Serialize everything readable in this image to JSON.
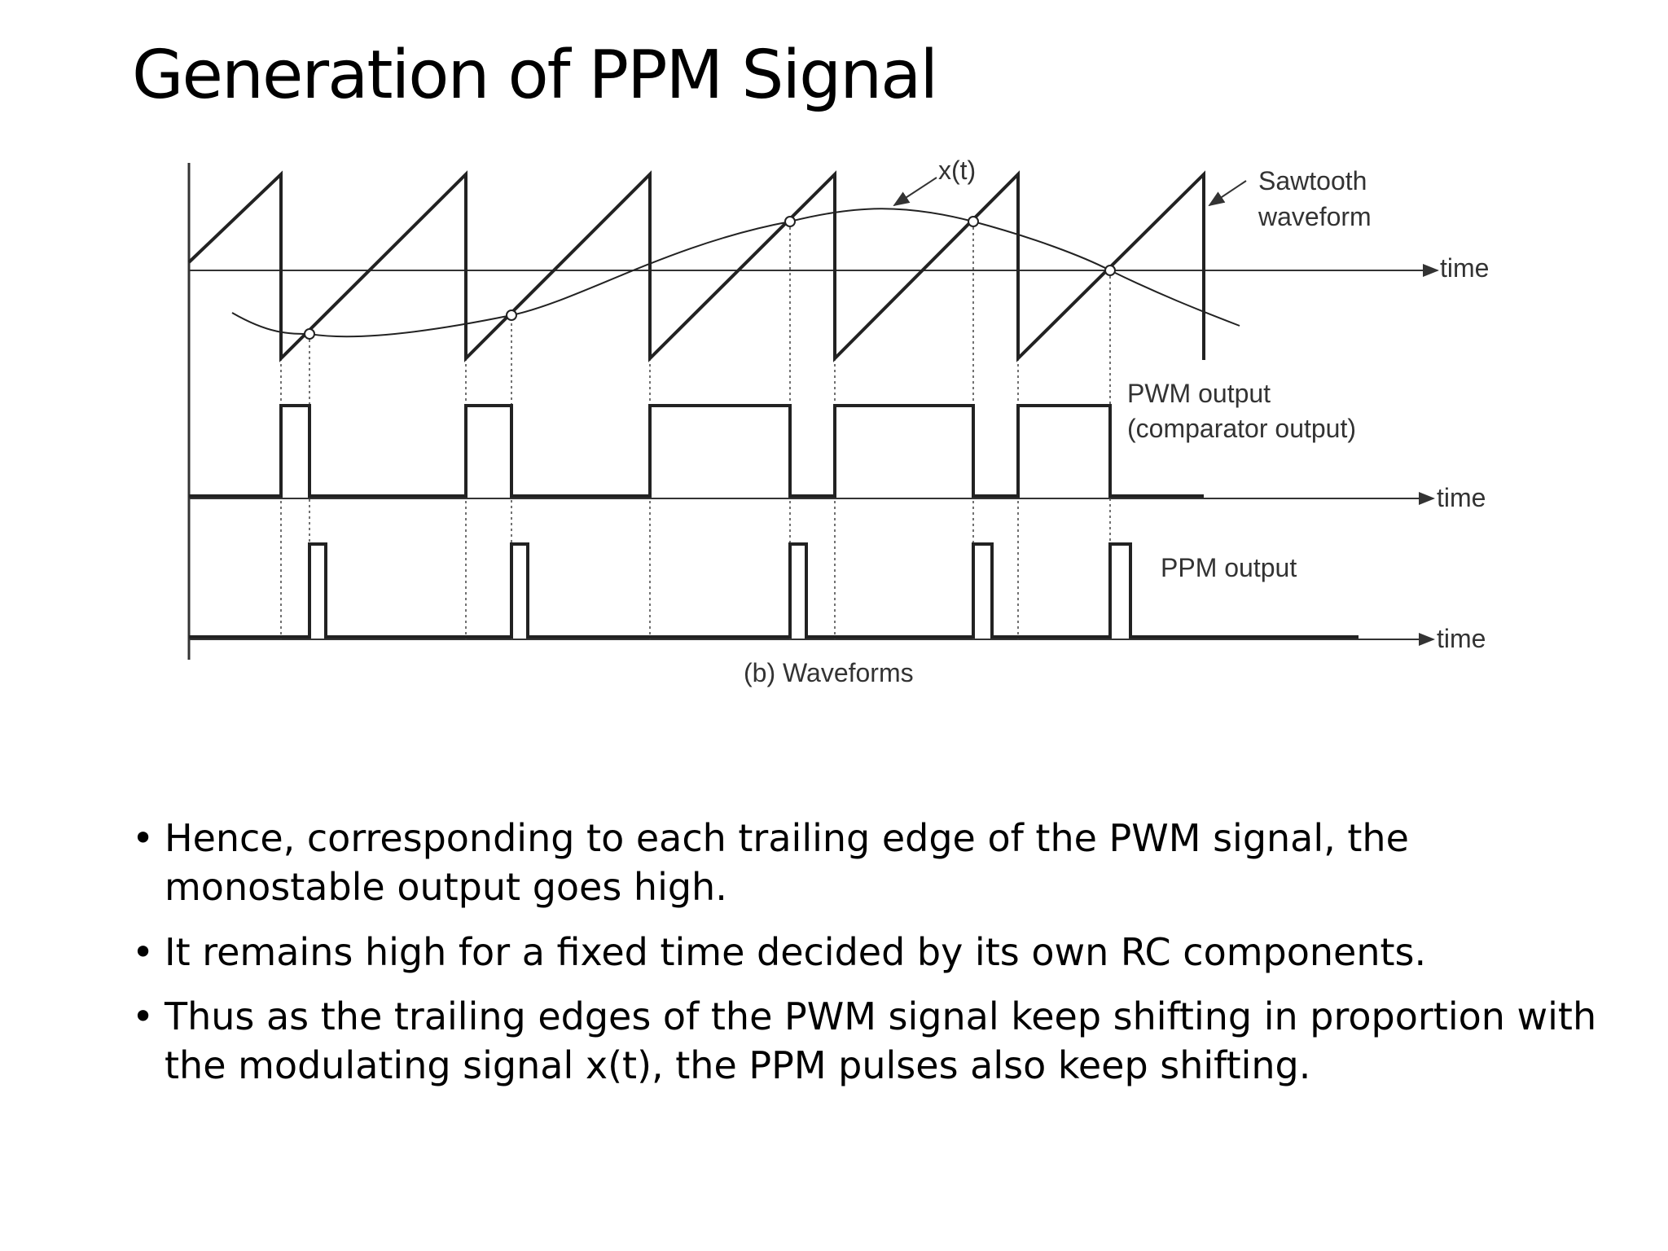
{
  "slide": {
    "title": "Generation of PPM Signal"
  },
  "diagram": {
    "signal_label": "x(t)",
    "sawtooth_label_line1": "Sawtooth",
    "sawtooth_label_line2": "waveform",
    "time_label_1": "time",
    "pwm_label_line1": "PWM output",
    "pwm_label_line2": "(comparator output)",
    "time_label_2": "time",
    "ppm_label": "PPM output",
    "time_label_3": "time",
    "caption": "(b) Waveforms"
  },
  "bullets": [
    "Hence, corresponding to each trailing edge of the PWM signal, the monostable output goes high.",
    "It remains high for a fixed time decided by its own RC components.",
    "Thus as the trailing edges of the PWM signal keep shifting in proportion with the modulating signal x(t), the PPM pulses also keep shifting."
  ]
}
